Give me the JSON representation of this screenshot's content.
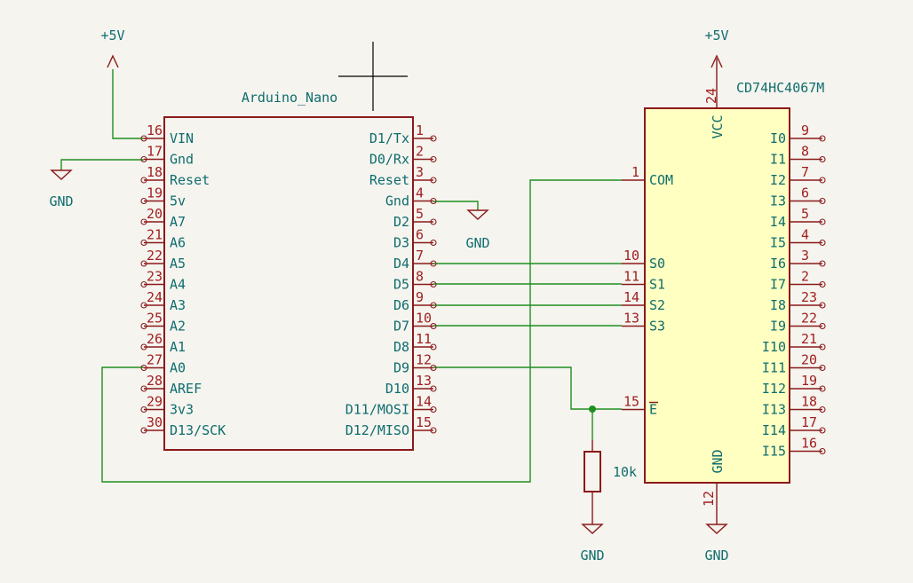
{
  "arduino": {
    "name": "Arduino_Nano",
    "left_pins": [
      {
        "num": "16",
        "name": "VIN"
      },
      {
        "num": "17",
        "name": "Gnd"
      },
      {
        "num": "18",
        "name": "Reset"
      },
      {
        "num": "19",
        "name": "5v"
      },
      {
        "num": "20",
        "name": "A7"
      },
      {
        "num": "21",
        "name": "A6"
      },
      {
        "num": "22",
        "name": "A5"
      },
      {
        "num": "23",
        "name": "A4"
      },
      {
        "num": "24",
        "name": "A3"
      },
      {
        "num": "25",
        "name": "A2"
      },
      {
        "num": "26",
        "name": "A1"
      },
      {
        "num": "27",
        "name": "A0"
      },
      {
        "num": "28",
        "name": "AREF"
      },
      {
        "num": "29",
        "name": "3v3"
      },
      {
        "num": "30",
        "name": "D13/SCK"
      }
    ],
    "right_pins": [
      {
        "num": "1",
        "name": "D1/Tx"
      },
      {
        "num": "2",
        "name": "D0/Rx"
      },
      {
        "num": "3",
        "name": "Reset"
      },
      {
        "num": "4",
        "name": "Gnd"
      },
      {
        "num": "5",
        "name": "D2"
      },
      {
        "num": "6",
        "name": "D3"
      },
      {
        "num": "7",
        "name": "D4"
      },
      {
        "num": "8",
        "name": "D5"
      },
      {
        "num": "9",
        "name": "D6"
      },
      {
        "num": "10",
        "name": "D7"
      },
      {
        "num": "11",
        "name": "D8"
      },
      {
        "num": "12",
        "name": "D9"
      },
      {
        "num": "13",
        "name": "D10"
      },
      {
        "num": "14",
        "name": "D11/MOSI"
      },
      {
        "num": "15",
        "name": "D12/MISO"
      }
    ]
  },
  "mux": {
    "name": "CD74HC4067M",
    "left_pins": [
      {
        "num": "1",
        "name": "COM",
        "row": 2
      },
      {
        "num": "10",
        "name": "S0",
        "row": 6
      },
      {
        "num": "11",
        "name": "S1",
        "row": 7
      },
      {
        "num": "14",
        "name": "S2",
        "row": 8
      },
      {
        "num": "13",
        "name": "S3",
        "row": 9
      },
      {
        "num": "15",
        "name": "E",
        "row": 13
      }
    ],
    "right_pins": [
      {
        "num": "9",
        "name": "I0"
      },
      {
        "num": "8",
        "name": "I1"
      },
      {
        "num": "7",
        "name": "I2"
      },
      {
        "num": "6",
        "name": "I3"
      },
      {
        "num": "5",
        "name": "I4"
      },
      {
        "num": "4",
        "name": "I5"
      },
      {
        "num": "3",
        "name": "I6"
      },
      {
        "num": "2",
        "name": "I7"
      },
      {
        "num": "23",
        "name": "I8"
      },
      {
        "num": "22",
        "name": "I9"
      },
      {
        "num": "21",
        "name": "I10"
      },
      {
        "num": "20",
        "name": "I11"
      },
      {
        "num": "19",
        "name": "I12"
      },
      {
        "num": "18",
        "name": "I13"
      },
      {
        "num": "17",
        "name": "I14"
      },
      {
        "num": "16",
        "name": "I15"
      }
    ],
    "vcc": {
      "num": "24",
      "name": "VCC"
    },
    "gnd": {
      "num": "12",
      "name": "GND"
    }
  },
  "resistor": {
    "value": "10k"
  },
  "power": {
    "p5v_label": "+5V",
    "gnd_label": "GND"
  }
}
